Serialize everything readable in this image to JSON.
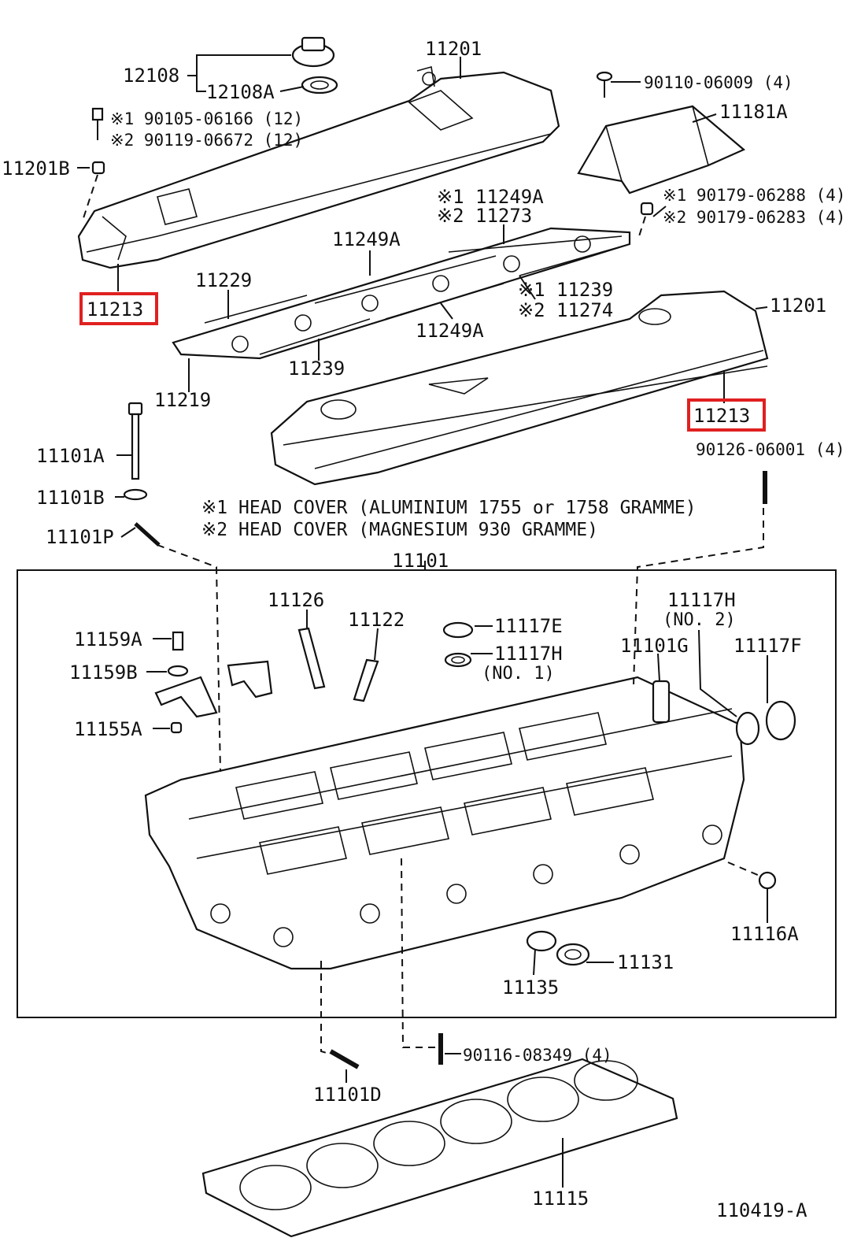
{
  "diagram_code": "110419-A",
  "labels": {
    "l12108": "12108",
    "l12108a": "12108A",
    "l11201_top": "11201",
    "l90110": "90110-06009 (4)",
    "l11181a": "11181A",
    "l90105": "※1 90105-06166 (12)",
    "l90119": "※2 90119-06672 (12)",
    "l11201b": "11201B",
    "l11249a_1": "※1 11249A",
    "l11273": "※2 11273",
    "l90179_1": "※1 90179-06288 (4)",
    "l90179_2": "※2 90179-06283 (4)",
    "l11249a_2": "11249A",
    "l11229": "11229",
    "l11213_left": "11213",
    "l11239_1": "※1 11239",
    "l11274": "※2 11274",
    "l11201_right": "11201",
    "l11249a_3": "11249A",
    "l11239_2": "11239",
    "l11219": "11219",
    "l11213_right": "11213",
    "l11101a": "11101A",
    "l90126": "90126-06001 (4)",
    "l11101b": "11101B",
    "l11101p": "11101P",
    "l11101": "11101",
    "l11126": "11126",
    "l11122": "11122",
    "l11117e": "11117E",
    "l11117h_2a": "11117H",
    "l11117h_2b": "(NO. 2)",
    "l11159a": "11159A",
    "l11117h_1a": "11117H",
    "l11117h_1b": "(NO. 1)",
    "l11101g": "11101G",
    "l11117f": "11117F",
    "l11159b": "11159B",
    "l11155a": "11155A",
    "l11116a": "11116A",
    "l11131": "11131",
    "l11135": "11135",
    "l90116": "90116-08349 (4)",
    "l11101d": "11101D",
    "l11115": "11115"
  },
  "notes": {
    "note1": "※1 HEAD COVER (ALUMINIUM 1755 or 1758 GRAMME)",
    "note2": "※2 HEAD COVER (MAGNESIUM 930 GRAMME)"
  },
  "highlight_color": "#e02020"
}
